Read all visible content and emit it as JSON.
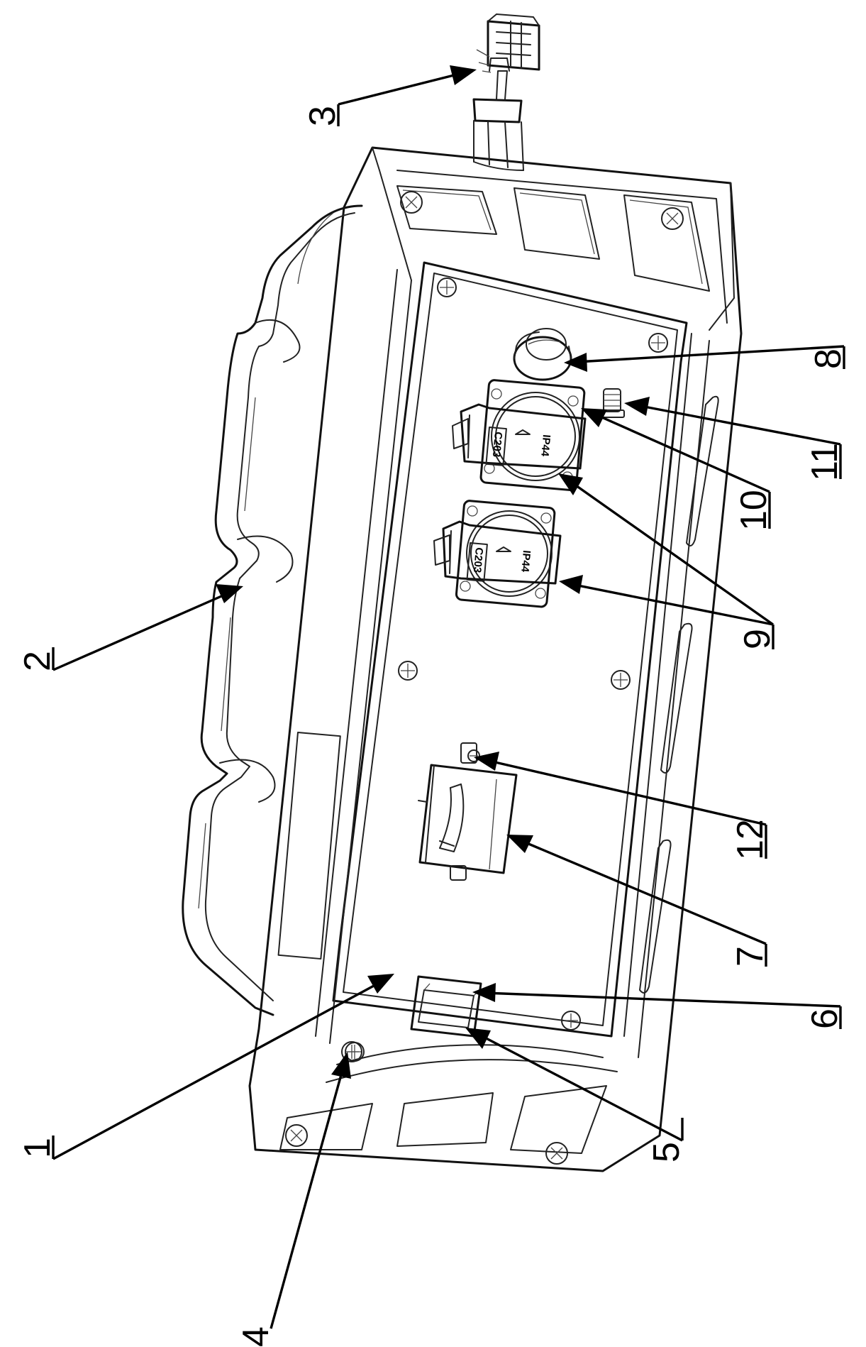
{
  "callouts": [
    {
      "id": "1",
      "label": "1"
    },
    {
      "id": "2",
      "label": "2"
    },
    {
      "id": "3",
      "label": "3"
    },
    {
      "id": "4",
      "label": "4"
    },
    {
      "id": "5",
      "label": "5"
    },
    {
      "id": "6",
      "label": "6"
    },
    {
      "id": "7",
      "label": "7"
    },
    {
      "id": "8",
      "label": "8"
    },
    {
      "id": "9",
      "label": "9"
    },
    {
      "id": "10",
      "label": "10"
    },
    {
      "id": "11",
      "label": "11"
    },
    {
      "id": "12",
      "label": "12"
    }
  ],
  "sockets": [
    {
      "rating": "C203",
      "ip": "IP44"
    },
    {
      "rating": "C203",
      "ip": "IP44"
    }
  ]
}
